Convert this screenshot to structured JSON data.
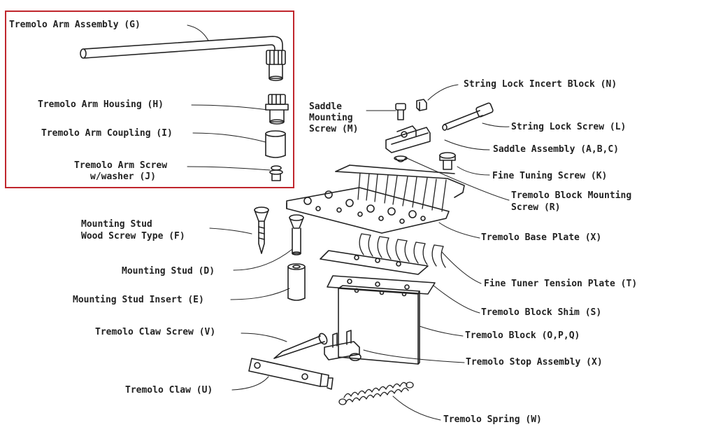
{
  "diagram": {
    "highlight_color": "#c0262d",
    "line_color": "#222222",
    "labels": {
      "tremolo_arm_assembly": "Tremolo Arm Assembly (G)",
      "tremolo_arm_housing": "Tremolo Arm Housing (H)",
      "tremolo_arm_coupling": "Tremolo Arm Coupling (I)",
      "tremolo_arm_screw_1": "Tremolo Arm Screw",
      "tremolo_arm_screw_2": "w/washer (J)",
      "saddle_mounting_screw_1": "Saddle",
      "saddle_mounting_screw_2": "Mounting",
      "saddle_mounting_screw_3": "Screw (M)",
      "string_lock_insert_block": "String Lock Incert Block (N)",
      "string_lock_screw": "String Lock Screw (L)",
      "saddle_assembly": "Saddle Assembly (A,B,C)",
      "fine_tuning_screw": "Fine Tuning Screw (K)",
      "tremolo_block_mounting_screw_1": "Tremolo Block Mounting",
      "tremolo_block_mounting_screw_2": "Screw (R)",
      "mounting_stud_wood_screw_1": "Mounting Stud",
      "mounting_stud_wood_screw_2": "Wood Screw Type (F)",
      "tremolo_base_plate": "Tremolo Base Plate (X)",
      "mounting_stud": "Mounting Stud (D)",
      "fine_tuner_tension_plate": "Fine Tuner Tension Plate (T)",
      "mounting_stud_insert": "Mounting Stud Insert (E)",
      "tremolo_block_shim": "Tremolo Block Shim (S)",
      "tremolo_claw_screw": "Tremolo Claw Screw (V)",
      "tremolo_block": "Tremolo Block (O,P,Q)",
      "tremolo_stop_assembly": "Tremolo Stop Assembly (X)",
      "tremolo_claw": "Tremolo Claw (U)",
      "tremolo_spring": "Tremolo Spring (W)"
    }
  }
}
